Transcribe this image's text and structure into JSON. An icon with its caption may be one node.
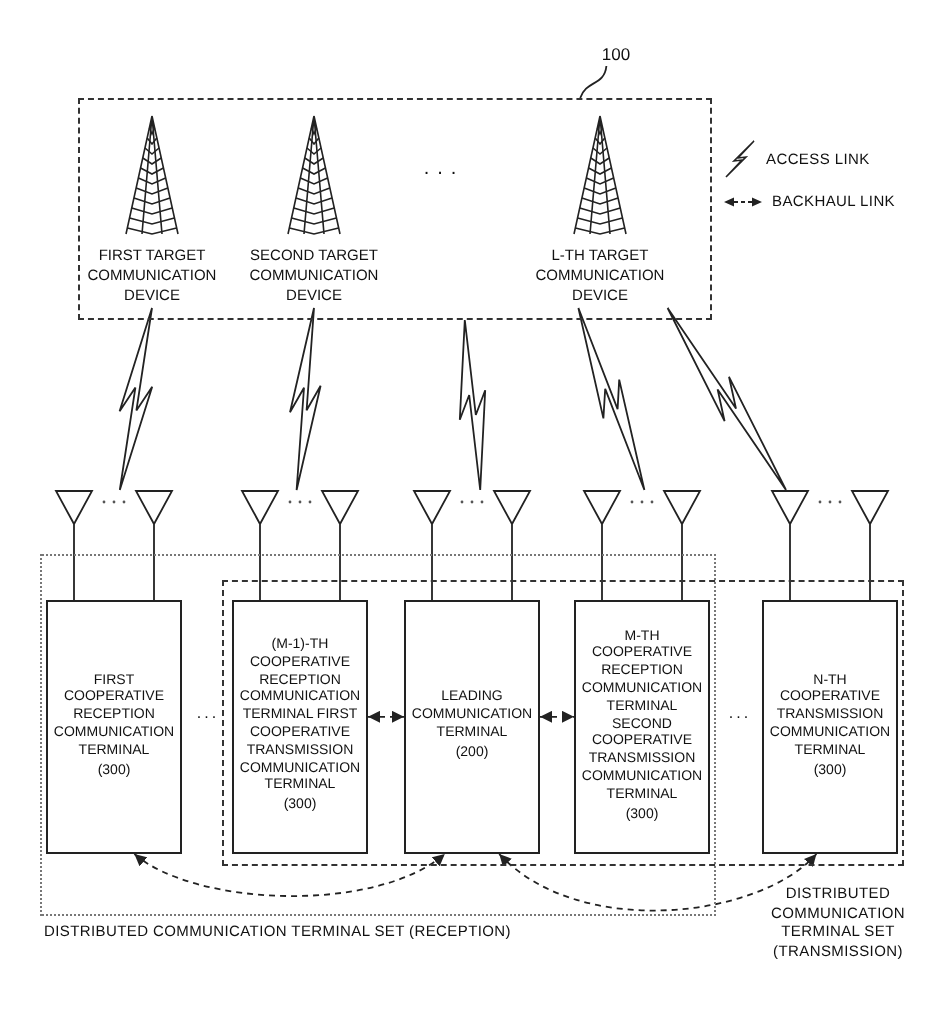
{
  "diagram": {
    "nodes": [
      {
        "text": [
          "100"
        ]
      },
      {
        "text": [],
        "shape": "box"
      },
      {
        "text": [
          "FIRST TARGET COMMUNICATION DEVICE"
        ],
        "in": 1
      },
      {
        "text": [
          "SECOND TARGET COMMUNICATION DEVICE"
        ],
        "in": 1
      },
      {
        "text": [
          "L-TH TARGET COMMUNICATION DEVICE"
        ],
        "in": 1
      },
      {
        "text": [],
        "shape": "antenna"
      },
      {
        "text": [],
        "shape": "antenna"
      },
      {
        "text": [],
        "shape": "antenna"
      },
      {
        "text": [],
        "shape": "antenna"
      },
      {
        "text": [],
        "shape": "antenna"
      },
      {
        "text": [
          "DISTRIBUTED COMMUNICATION TERMINAL SET (RECEPTION)"
        ]
      },
      {
        "text": [
          "DISTRIBUTED COMMUNICATION TERMINAL SET (TRANSMISSION)"
        ]
      },
      {
        "text": [
          "FIRST COOPERATIVE RECEPTION COMMUNICATION TERMINAL",
          "(300)"
        ],
        "in": 10
      },
      {
        "text": [
          "(M-1)-TH COOPERATIVE RECEPTION COMMUNICATION TERMINAL FIRST COOPERATIVE TRANSMISSION COMMUNICATION TERMINAL",
          "(300)"
        ]
      },
      {
        "text": [
          "LEADING COMMUNICATION TERMINAL",
          "(200)"
        ]
      },
      {
        "text": [
          "M-TH COOPERATIVE RECEPTION COMMUNICATION TERMINAL SECOND COOPERATIVE TRANSMISSION COMMUNICATION TERMINAL",
          "(300)"
        ]
      },
      {
        "text": [
          "N-TH COOPERATIVE TRANSMISSION COMMUNICATION TERMINAL",
          "(300)"
        ],
        "in": 11
      }
    ],
    "edges": [
      {
        "from": 0,
        "to": 1,
        "arrow": "none"
      },
      {
        "from": 2,
        "to": 5,
        "arrow": "none"
      },
      {
        "from": 3,
        "to": 6,
        "arrow": "none"
      },
      {
        "from": 1,
        "to": 7,
        "arrow": "none"
      },
      {
        "from": 4,
        "to": 8,
        "arrow": "none"
      },
      {
        "from": 4,
        "to": 9,
        "arrow": "none"
      },
      {
        "from": 13,
        "to": 14,
        "arrow": "both",
        "style": "dashed"
      },
      {
        "from": 14,
        "to": 15,
        "arrow": "both",
        "style": "dashed"
      },
      {
        "from": 12,
        "to": 14,
        "arrow": "both",
        "style": "dashed"
      },
      {
        "from": 14,
        "to": 16,
        "arrow": "both",
        "style": "dashed"
      }
    ],
    "labels": [
      "...",
      "...",
      "..."
    ],
    "legend": [
      {
        "text": "ACCESS LINK"
      },
      {
        "text": "BACKHAUL LINK"
      }
    ]
  }
}
